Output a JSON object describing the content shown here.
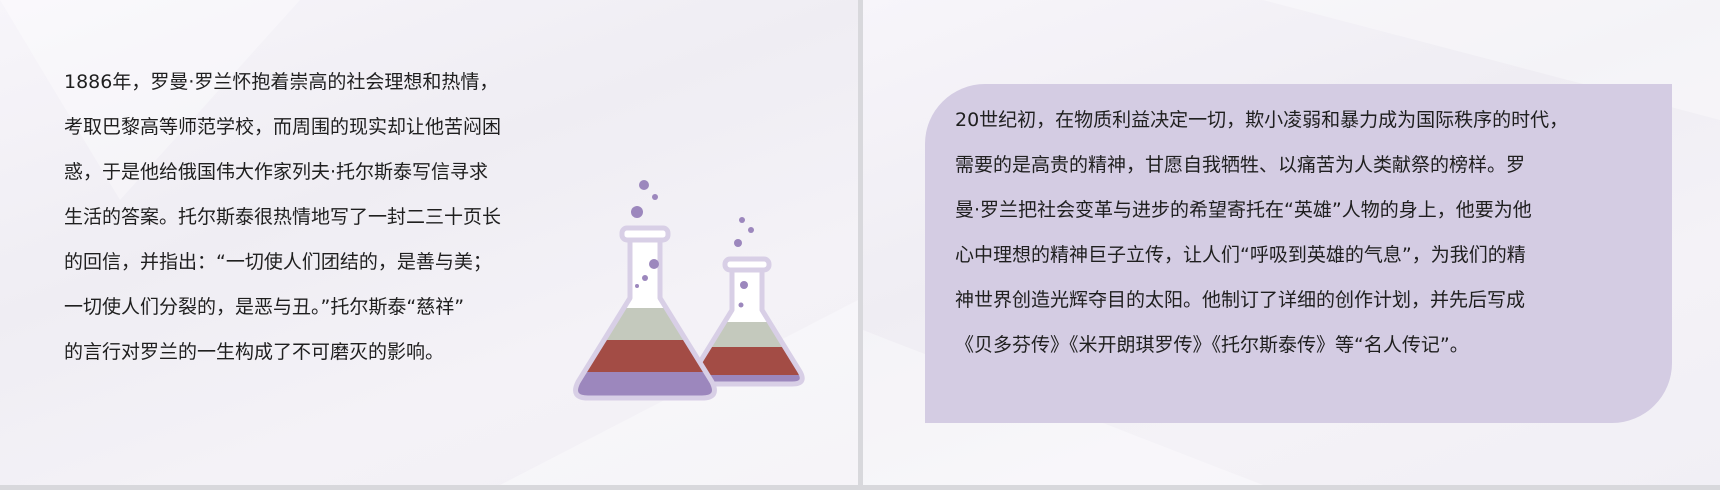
{
  "left_slide": {
    "paragraph_lines": [
      "1886年，罗曼·罗兰怀抱着崇高的社会理想和热情，",
      "考取巴黎高等师范学校，而周围的现实却让他苦闷困",
      "惑，于是他给俄国伟大作家列夫·托尔斯泰写信寻求",
      "生活的答案。托尔斯泰很热情地写了一封二三十页长",
      "的回信，并指出：“一切使人们团结的，是善与美；",
      "一切使人们分裂的，是恶与丑。”托尔斯泰“慈祥”",
      "的言行对罗兰的一生构成了不可磨灭的影响。"
    ],
    "illustration": "chemistry-flasks-icon"
  },
  "right_slide": {
    "paragraph_lines": [
      "20世纪初，在物质利益决定一切，欺小凌弱和暴力成为国际秩序的时代，",
      "需要的是高贵的精神，甘愿自我牺牲、以痛苦为人类献祭的榜样。罗",
      "曼·罗兰把社会变革与进步的希望寄托在“英雄”人物的身上，他要为他",
      "心中理想的精神巨子立传，让人们“呼吸到英雄的气息”，为我们的精",
      "神世界创造光辉夺目的太阳。他制订了详细的创作计划，并先后写成",
      "《贝多芬传》《米开朗琪罗传》《托尔斯泰传》等“名人传记”。"
    ]
  },
  "colors": {
    "accent_purple": "#9c87bd",
    "box_purple": "#d4cce3",
    "liquid_green": "#c4c9bd",
    "liquid_red": "#a34c45"
  }
}
